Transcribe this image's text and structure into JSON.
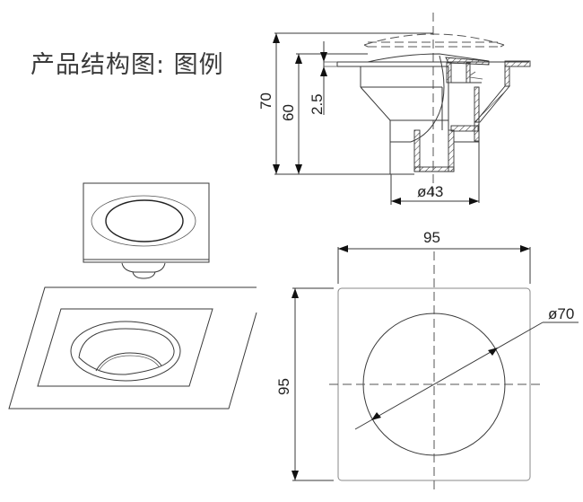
{
  "title": "产品结构图: 图例",
  "section_view": {
    "dimensions": {
      "total_height": "70",
      "body_height": "60",
      "flange_thickness": "2.5",
      "outlet_diameter": "ø43"
    }
  },
  "top_view": {
    "dimensions": {
      "width": "95",
      "height": "95",
      "opening_diameter": "ø70"
    }
  },
  "illustrations": {
    "front_perspective": "drain-front-view",
    "installed_perspective": "drain-installed-view"
  },
  "colors": {
    "line": "#3a3a3a",
    "text": "#222222",
    "background": "#ffffff"
  }
}
